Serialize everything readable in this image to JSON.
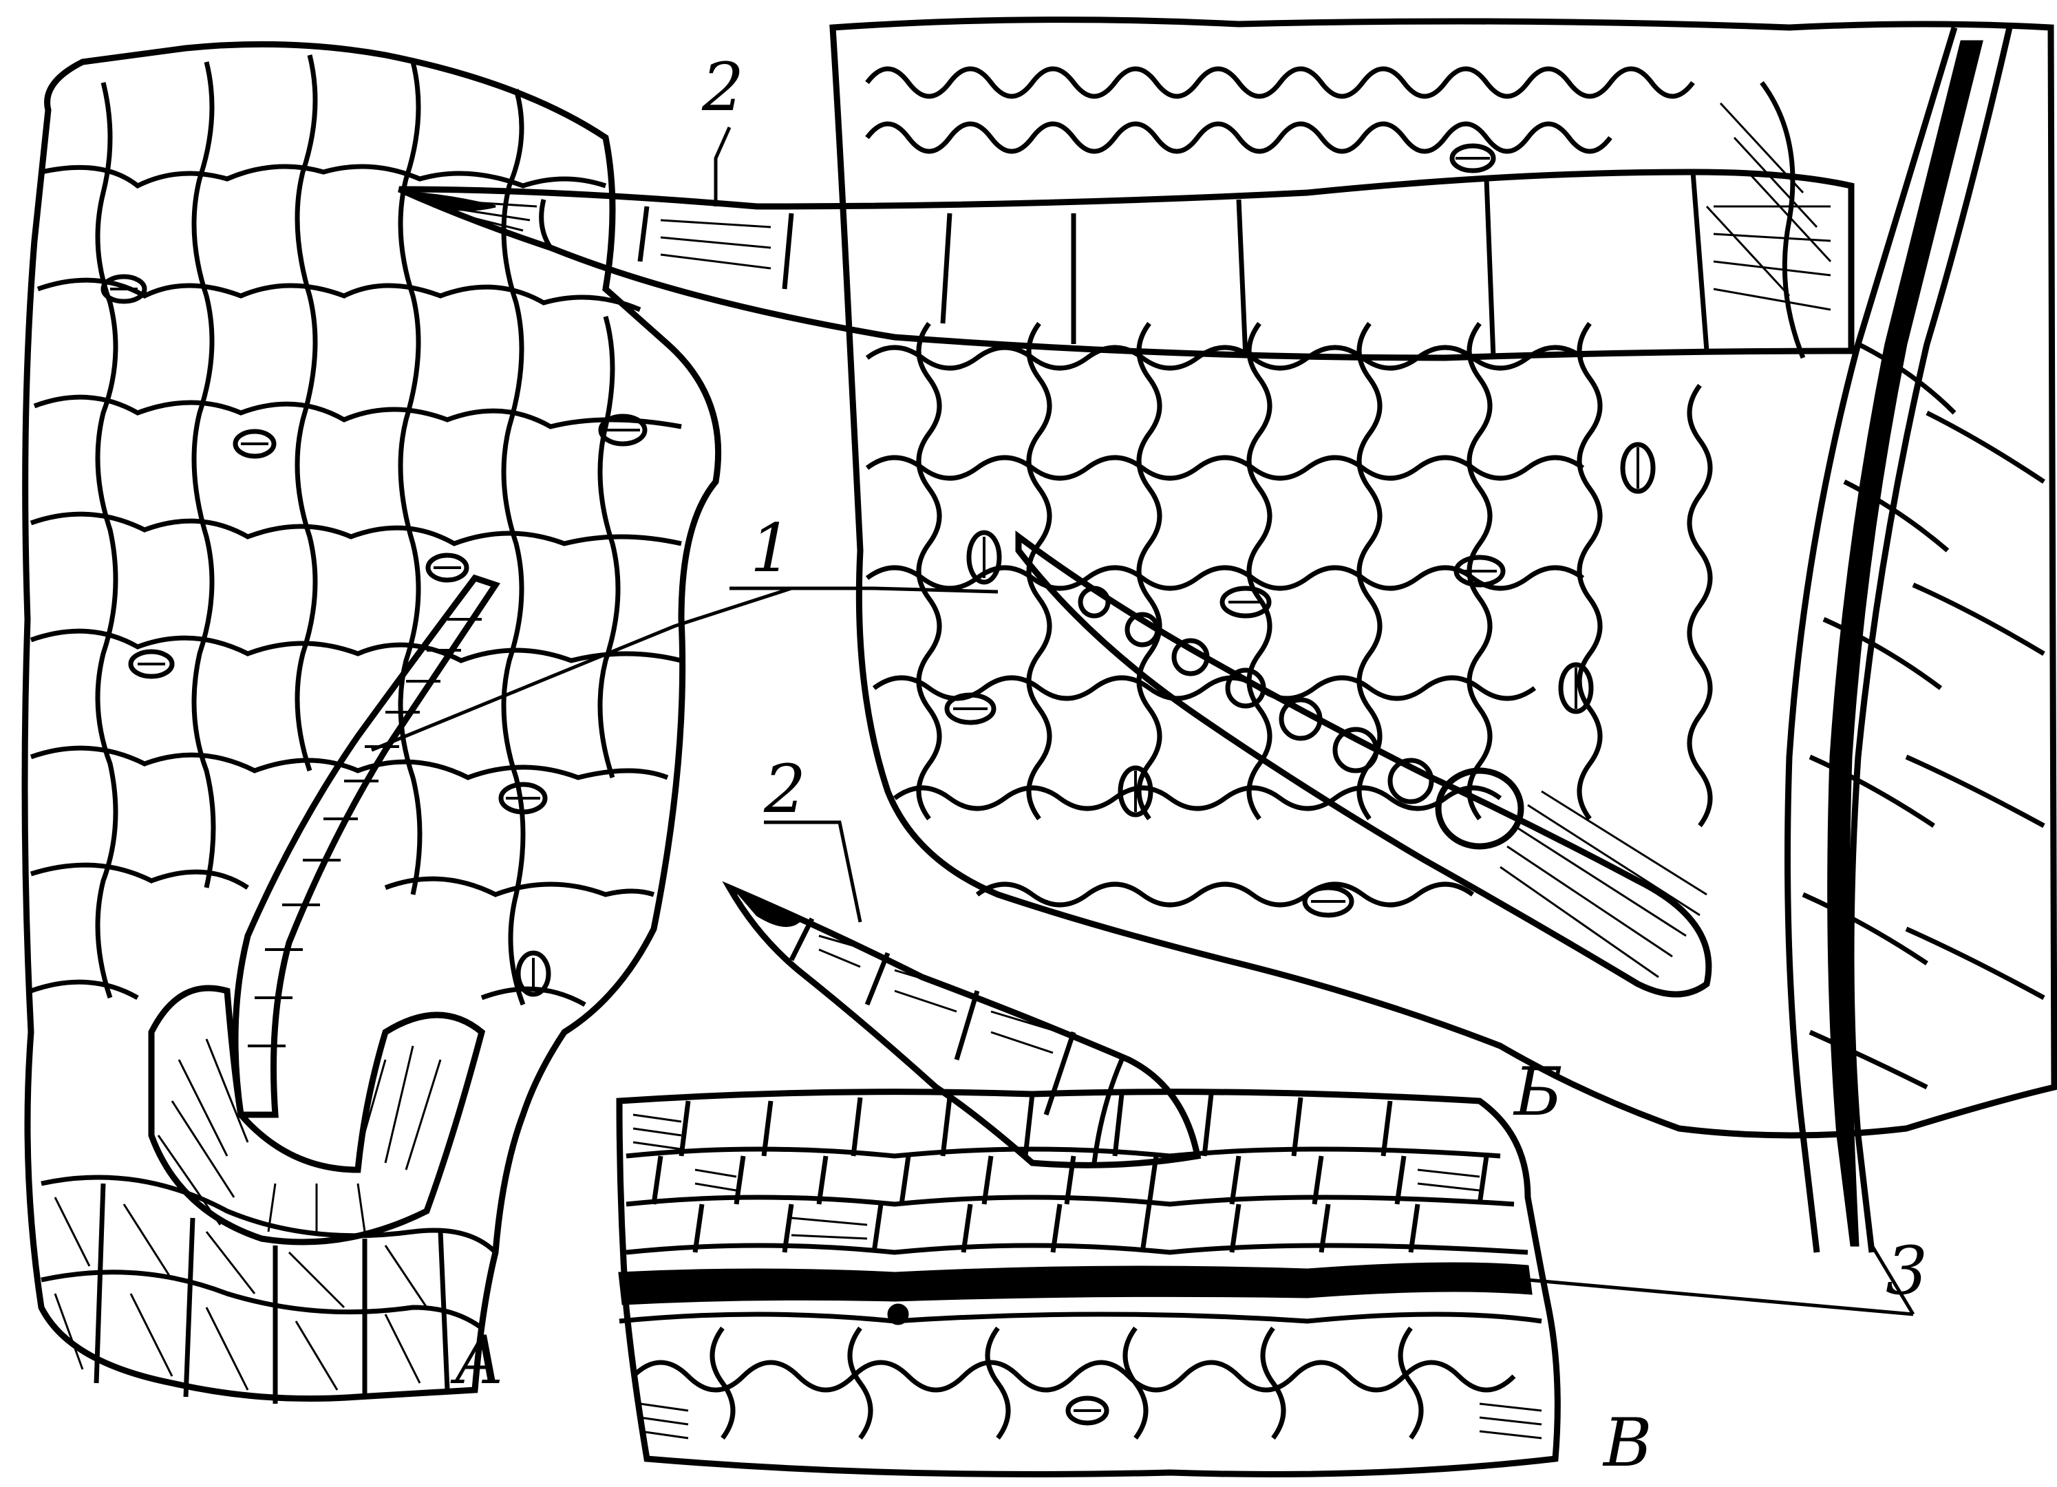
{
  "figure": {
    "callouts": {
      "one": "1",
      "two_top": "2",
      "two_bottom": "2",
      "three": "3"
    },
    "panels": {
      "a": "А",
      "b": "Б",
      "v": "В"
    }
  }
}
